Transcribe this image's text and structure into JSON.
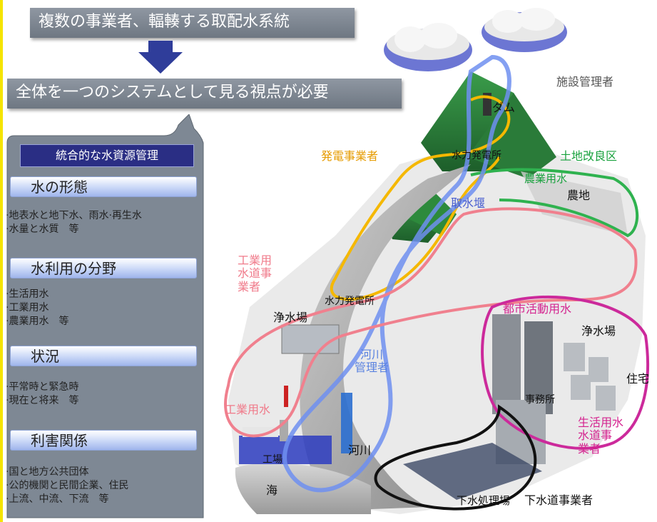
{
  "banners": {
    "top": "複数の事業者、輻輳する取配水系統",
    "middle": "全体を一つのシステムとして見る視点が必要"
  },
  "panel": {
    "title": "統合的な水資源管理",
    "sections": [
      {
        "heading": "水の形態",
        "items": [
          "·地表水と地下水、雨水·再生水",
          "·水量と水質　等"
        ]
      },
      {
        "heading": "水利用の分野",
        "items": [
          "·生活用水",
          "·工業用水",
          "·農業用水　等"
        ]
      },
      {
        "heading": "状況",
        "items": [
          "·平常時と緊急時",
          "·現在と将来　等"
        ]
      },
      {
        "heading": "利害関係",
        "items": [
          "·国と地方公共団体",
          "·公的機関と民間企業、住民",
          "·上流、中流、下流　等"
        ]
      }
    ]
  },
  "diagram": {
    "facility_manager": "施設管理者",
    "dam": "ダム",
    "hydro_plant": "水力発電所",
    "power_company": "発電事業者",
    "land_improvement": "土地改良区",
    "agri_water": "農業用水",
    "farmland": "農地",
    "intake_weir": "取水堰",
    "industrial_water_operator": "工業用\n水道事\n業者",
    "purification_plant_left": "浄水場",
    "hydro_plant_lower": "水力発電所",
    "urban_water": "都市活動用水",
    "purification_plant_right": "浄水場",
    "residence": "住宅",
    "river_manager": "河川\n管理者",
    "industrial_water": "工業用水",
    "factory": "工場",
    "domestic_water_operator": "生活用水\n水道事\n業者",
    "river": "河川",
    "sea": "海",
    "sewage_plant": "下水処理場",
    "sewerage_operator": "下水道事業者",
    "office": "事務所"
  },
  "colors": {
    "power": "#f5b800",
    "agri": "#2fb24f",
    "river_manager": "#6f8ff0",
    "industrial": "#f0808e",
    "domestic": "#cc2a9b",
    "sewer": "#111111",
    "panel_bg": "#7e8894",
    "panel_title_bg": "#2a2e84"
  }
}
